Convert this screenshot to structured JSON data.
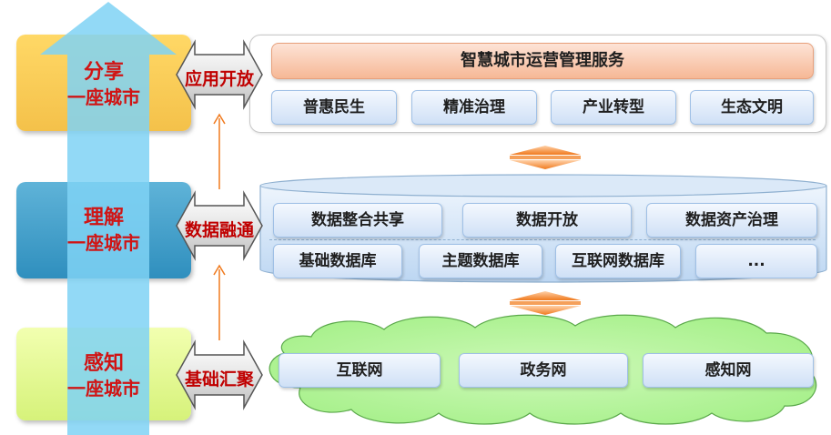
{
  "stages": {
    "share": {
      "line1": "分享",
      "line2": "一座城市"
    },
    "understand": {
      "line1": "理解",
      "line2": "一座城市"
    },
    "perceive": {
      "line1": "感知",
      "line2": "一座城市"
    }
  },
  "connectors": {
    "app_open": "应用开放",
    "data_fusion": "数据融通",
    "base_gather": "基础汇聚"
  },
  "service_layer": {
    "title": "智慧城市运营管理服务",
    "items": [
      "普惠民生",
      "精准治理",
      "产业转型",
      "生态文明"
    ]
  },
  "data_layer": {
    "row1": [
      "数据整合共享",
      "数据开放",
      "数据资产治理"
    ],
    "row2": [
      "基础数据库",
      "主题数据库",
      "互联网数据库",
      "..."
    ]
  },
  "network_layer": {
    "items": [
      "互联网",
      "政务网",
      "感知网"
    ]
  },
  "colors": {
    "stage_share": "#f4c14a",
    "stage_understand": "#2f8fbe",
    "stage_perceive": "#d6f27a",
    "big_arrow": "#7fd2f5",
    "label_red": "#c00000",
    "connector_orange": "#f07a1e",
    "cloud": "#a6f08a",
    "cylinder": "#cfe2f7"
  }
}
